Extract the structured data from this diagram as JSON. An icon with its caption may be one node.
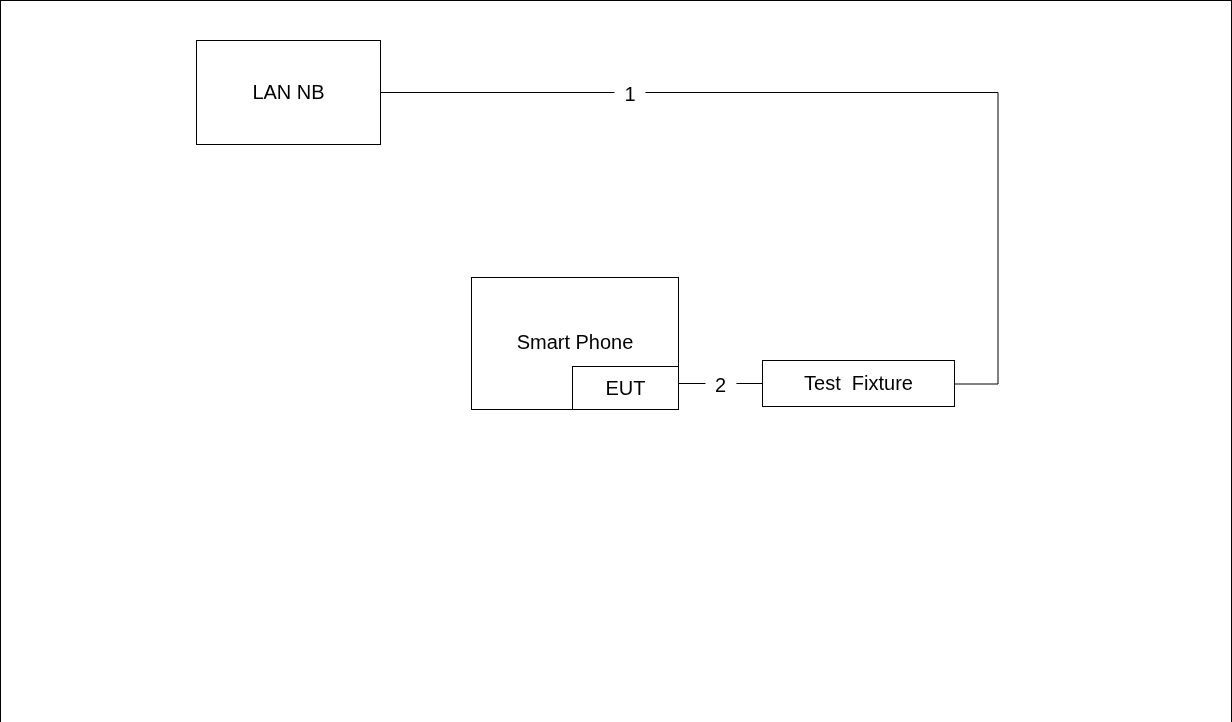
{
  "diagram": {
    "nodes": [
      {
        "text": [
          "LAN NB"
        ]
      },
      {
        "text": [
          "Smart Phone"
        ]
      },
      {
        "text": [
          "EUT"
        ],
        "in": 1
      },
      {
        "text": [
          "Test  Fixture"
        ]
      }
    ],
    "edges": [
      {
        "from": 0,
        "to": 3,
        "arrow": "none",
        "label": "1"
      },
      {
        "from": 2,
        "to": 3,
        "arrow": "none",
        "label": "2"
      }
    ]
  }
}
